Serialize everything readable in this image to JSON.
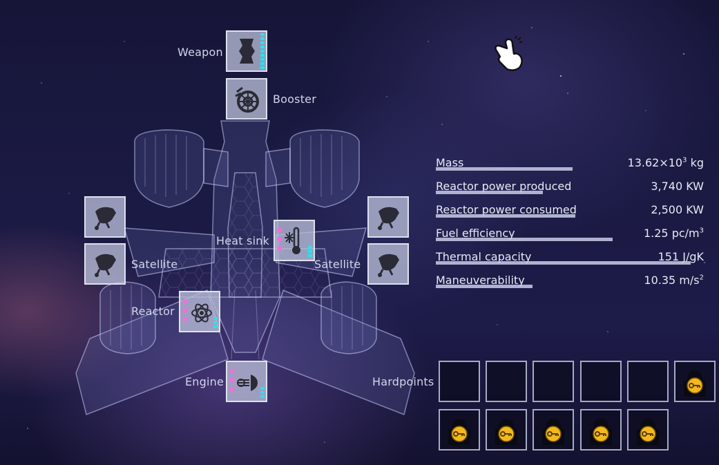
{
  "slots": {
    "weapon": {
      "label": "Weapon",
      "icon": "weapon-icon",
      "bar_segments": 7
    },
    "booster": {
      "label": "Booster",
      "icon": "turbine-icon"
    },
    "satellite_left": {
      "label": "Satellite",
      "icon": "satellite-dish-icon"
    },
    "satellite_right": {
      "label": "Satellite",
      "icon": "satellite-dish-icon"
    },
    "heat_sink": {
      "label": "Heat sink",
      "icon": "thermometer-icon",
      "hearts": 3,
      "bar_segments": 4
    },
    "reactor": {
      "label": "Reactor",
      "icon": "atom-icon",
      "hearts": 3,
      "bar_segments": 4
    },
    "engine": {
      "label": "Engine",
      "icon": "thruster-icon",
      "hearts": 3,
      "bar_segments": 4
    }
  },
  "hardpoints_label": "Hardpoints",
  "stats": [
    {
      "label": "Mass",
      "value": "13.62×10",
      "sup": "3",
      "unit": " kg",
      "fill": 0.51
    },
    {
      "label": "Reactor power produced",
      "value": "3,740 KW",
      "sup": "",
      "unit": "",
      "fill": 0.4
    },
    {
      "label": "Reactor power consumed",
      "value": "2,500 KW",
      "sup": "",
      "unit": "",
      "fill": 0.52
    },
    {
      "label": "Fuel efficiency",
      "value": "1.25 pc/m",
      "sup": "3",
      "unit": "",
      "fill": 0.66
    },
    {
      "label": "Thermal capacity",
      "value": "151 J/gK",
      "sup": "",
      "unit": "",
      "fill": 0.95
    },
    {
      "label": "Maneuverability",
      "value": "10.35 m/s",
      "sup": "2",
      "unit": "",
      "fill": 0.36
    }
  ],
  "inventory": {
    "row1": [
      "empty",
      "empty",
      "empty",
      "empty",
      "empty",
      "locked"
    ],
    "row2": [
      "locked",
      "locked",
      "locked",
      "locked",
      "locked"
    ],
    "lock_icon": "padlock-key-icon"
  },
  "colors": {
    "bar": "#2fe0ee",
    "heart": "#f070d8",
    "lock": "#f2b81c"
  },
  "cursor_icon": "hand-pointer-icon"
}
